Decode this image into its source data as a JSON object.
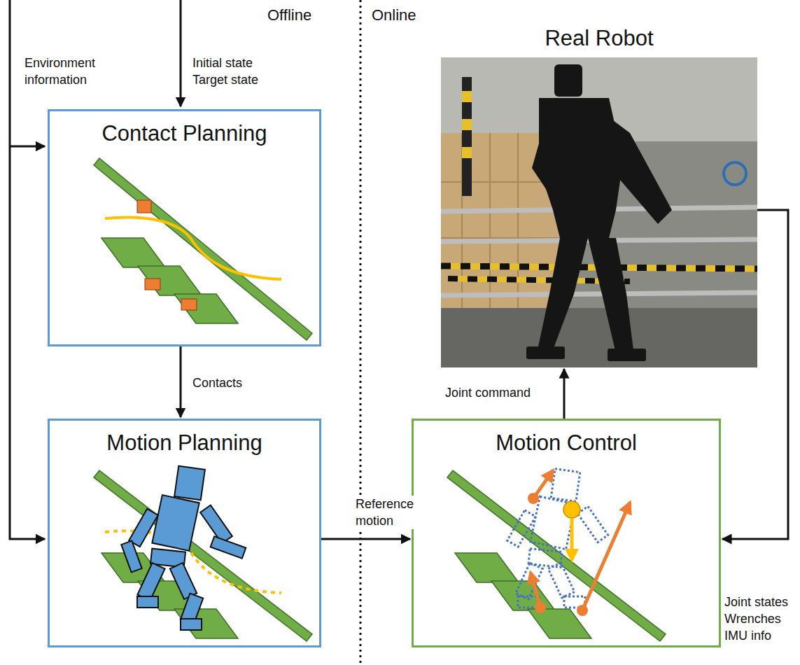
{
  "diagram": {
    "nodes": [
      {
        "text": [
          "Contact Planning"
        ]
      },
      {
        "text": [
          "Motion Planning"
        ]
      },
      {
        "text": [
          "Real Robot"
        ]
      },
      {
        "text": [
          "Motion Control"
        ]
      }
    ],
    "edges": [
      {
        "from": 0,
        "to": 1,
        "arrow": "to",
        "label": "Contacts"
      },
      {
        "from": 1,
        "to": 3,
        "arrow": "to",
        "label": "Reference motion"
      },
      {
        "from": 3,
        "to": 2,
        "arrow": "to",
        "label": "Joint command"
      },
      {
        "from": 2,
        "to": 3,
        "arrow": "to",
        "label": "Joint states Wrenches IMU info"
      }
    ],
    "labels": [
      "Offline",
      "Online",
      "Environment information",
      "Initial state Target state"
    ]
  }
}
